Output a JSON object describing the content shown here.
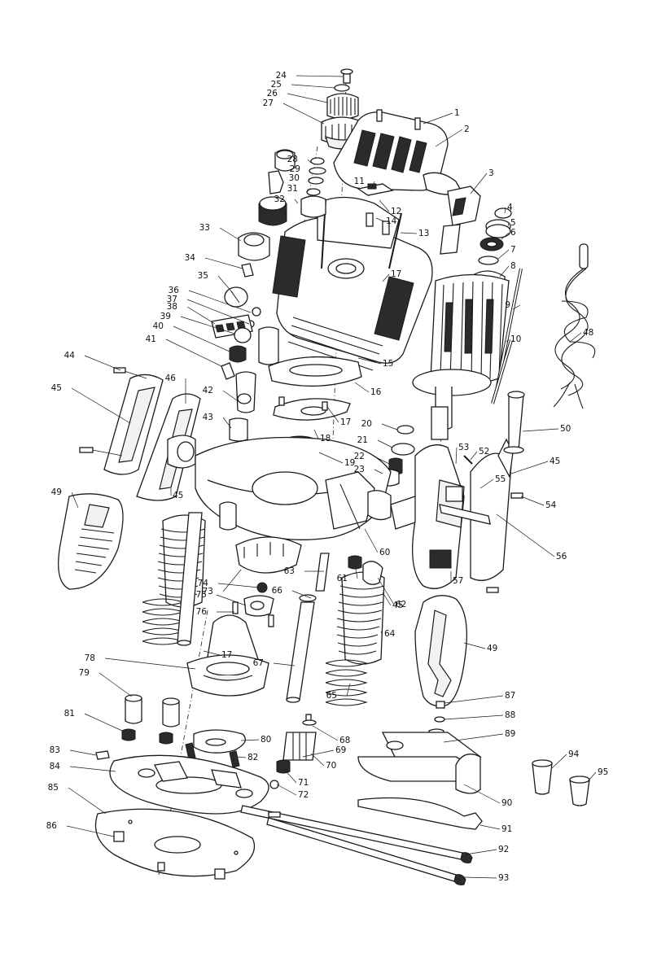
{
  "callouts": [
    {
      "label": "1"
    },
    {
      "label": "2"
    },
    {
      "label": "3"
    },
    {
      "label": "4"
    },
    {
      "label": "5"
    },
    {
      "label": "6"
    },
    {
      "label": "7"
    },
    {
      "label": "8"
    },
    {
      "label": "9"
    },
    {
      "label": "10"
    },
    {
      "label": "11"
    },
    {
      "label": "12"
    },
    {
      "label": "13"
    },
    {
      "label": "14"
    },
    {
      "label": "15"
    },
    {
      "label": "16"
    },
    {
      "label": "17"
    },
    {
      "label": "17"
    },
    {
      "label": "17"
    },
    {
      "label": "18"
    },
    {
      "label": "19"
    },
    {
      "label": "20"
    },
    {
      "label": "21"
    },
    {
      "label": "22"
    },
    {
      "label": "23"
    },
    {
      "label": "24"
    },
    {
      "label": "25"
    },
    {
      "label": "26"
    },
    {
      "label": "27"
    },
    {
      "label": "28"
    },
    {
      "label": "29"
    },
    {
      "label": "30"
    },
    {
      "label": "31"
    },
    {
      "label": "32"
    },
    {
      "label": "33"
    },
    {
      "label": "34"
    },
    {
      "label": "35"
    },
    {
      "label": "36"
    },
    {
      "label": "37"
    },
    {
      "label": "38"
    },
    {
      "label": "39"
    },
    {
      "label": "40"
    },
    {
      "label": "41"
    },
    {
      "label": "42"
    },
    {
      "label": "43"
    },
    {
      "label": "44"
    },
    {
      "label": "45"
    },
    {
      "label": "45"
    },
    {
      "label": "45"
    },
    {
      "label": "45"
    },
    {
      "label": "46"
    },
    {
      "label": "48"
    },
    {
      "label": "49"
    },
    {
      "label": "49"
    },
    {
      "label": "50"
    },
    {
      "label": "52"
    },
    {
      "label": "53"
    },
    {
      "label": "54"
    },
    {
      "label": "55"
    },
    {
      "label": "56"
    },
    {
      "label": "57"
    },
    {
      "label": "60"
    },
    {
      "label": "61"
    },
    {
      "label": "62"
    },
    {
      "label": "63"
    },
    {
      "label": "64"
    },
    {
      "label": "65"
    },
    {
      "label": "66"
    },
    {
      "label": "67"
    },
    {
      "label": "68"
    },
    {
      "label": "69"
    },
    {
      "label": "70"
    },
    {
      "label": "71"
    },
    {
      "label": "72"
    },
    {
      "label": "73"
    },
    {
      "label": "74"
    },
    {
      "label": "75"
    },
    {
      "label": "76"
    },
    {
      "label": "78"
    },
    {
      "label": "79"
    },
    {
      "label": "80"
    },
    {
      "label": "81"
    },
    {
      "label": "82"
    },
    {
      "label": "83"
    },
    {
      "label": "84"
    },
    {
      "label": "85"
    },
    {
      "label": "86"
    },
    {
      "label": "87"
    },
    {
      "label": "88"
    },
    {
      "label": "89"
    },
    {
      "label": "90"
    },
    {
      "label": "91"
    },
    {
      "label": "92"
    },
    {
      "label": "93"
    },
    {
      "label": "94"
    },
    {
      "label": "95"
    }
  ]
}
